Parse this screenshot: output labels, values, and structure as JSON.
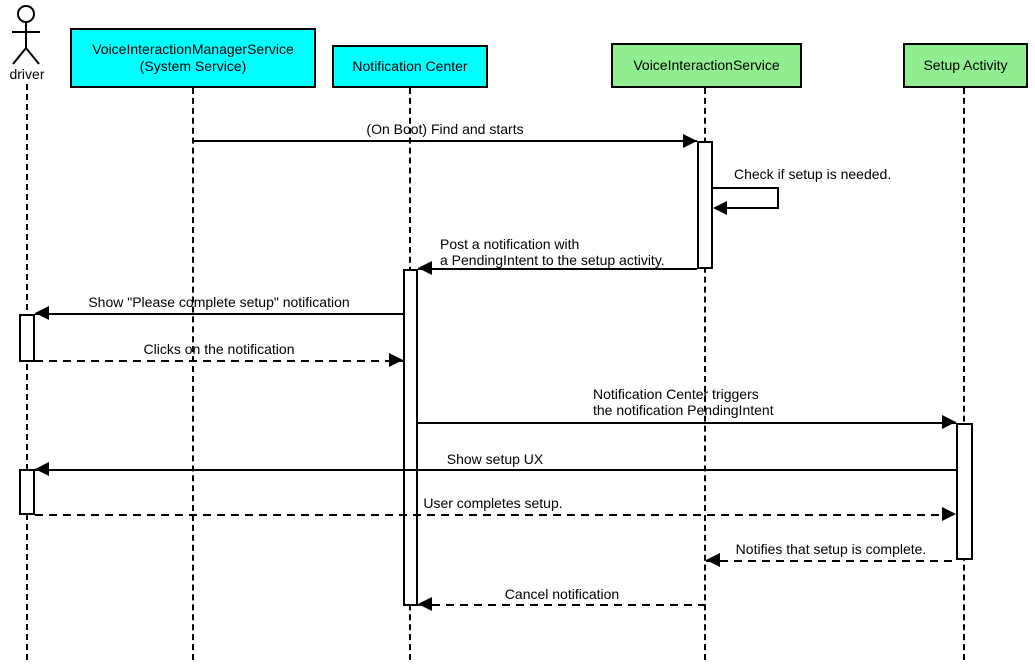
{
  "actor": {
    "label": "driver"
  },
  "participants": [
    {
      "id": "voice-interaction-manager-service",
      "label": "VoiceInteractionManagerService\n(System Service)",
      "color": "#00ffff"
    },
    {
      "id": "notification-center",
      "label": "Notification Center",
      "color": "#00ffff"
    },
    {
      "id": "voice-interaction-service",
      "label": "VoiceInteractionService",
      "color": "#90ee90"
    },
    {
      "id": "setup-activity",
      "label": "Setup Activity",
      "color": "#90ee90"
    }
  ],
  "messages": [
    {
      "label": "(On Boot) Find and starts",
      "from": "VoiceInteractionManagerService (System Service)",
      "to": "VoiceInteractionService",
      "style": "solid"
    },
    {
      "label": "Check if setup is needed.",
      "from": "VoiceInteractionService",
      "to": "VoiceInteractionService",
      "style": "solid-self"
    },
    {
      "label": "Post a notification with\na PendingIntent to the setup activity.",
      "from": "VoiceInteractionService",
      "to": "Notification Center",
      "style": "solid"
    },
    {
      "label": "Show \"Please complete setup\" notification",
      "from": "Notification Center",
      "to": "driver",
      "style": "solid"
    },
    {
      "label": "Clicks on the notification",
      "from": "driver",
      "to": "Notification Center",
      "style": "dashed"
    },
    {
      "label": "Notification Center triggers\nthe notification PendingIntent",
      "from": "Notification Center",
      "to": "Setup Activity",
      "style": "solid"
    },
    {
      "label": "Show setup UX",
      "from": "Setup Activity",
      "to": "driver",
      "style": "solid"
    },
    {
      "label": "User completes setup.",
      "from": "driver",
      "to": "Setup Activity",
      "style": "dashed"
    },
    {
      "label": "Notifies that setup is complete.",
      "from": "Setup Activity",
      "to": "VoiceInteractionService",
      "style": "dashed"
    },
    {
      "label": "Cancel notification",
      "from": "VoiceInteractionService",
      "to": "Notification Center",
      "style": "dashed"
    }
  ],
  "colors": {
    "background": "#ffffff",
    "line": "#000000",
    "cyan_box": "#00ffff",
    "green_box": "#90ee90"
  }
}
